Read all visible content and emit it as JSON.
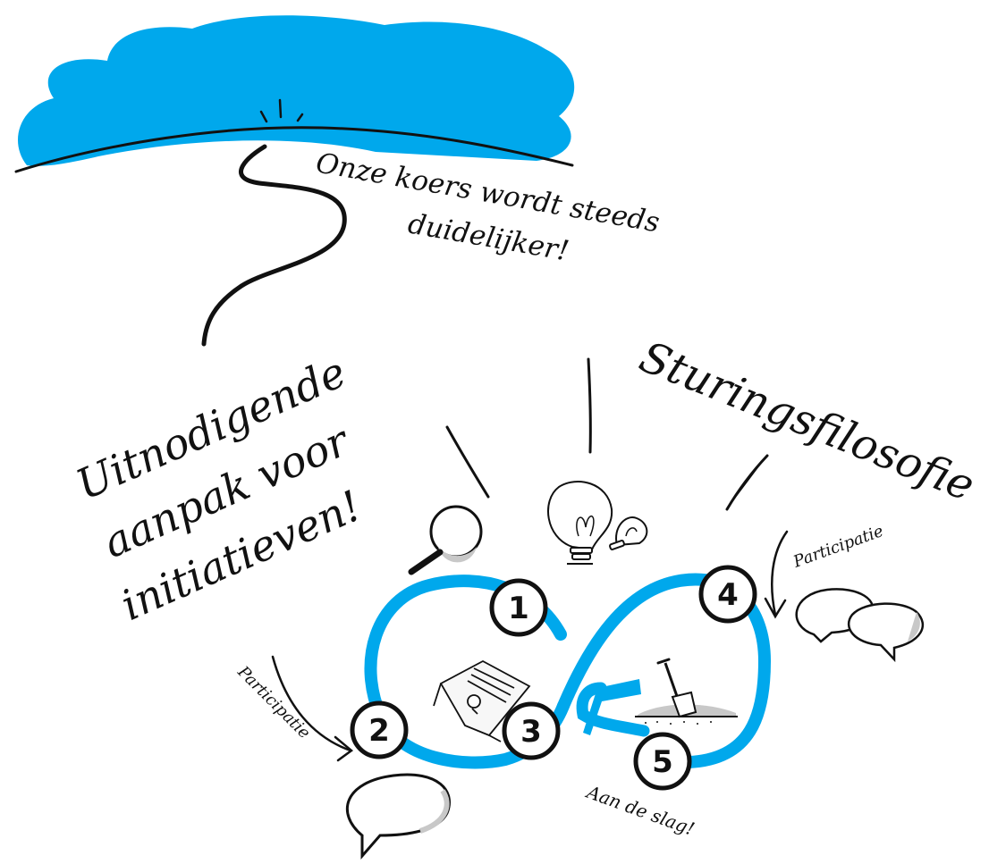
{
  "colors": {
    "accent": "#00a8ec",
    "ink": "#111111",
    "bubble_shadow": "#c8c8c8",
    "paper": "#ffffff"
  },
  "texts": {
    "cloud_caption_line1": "Onze koers wordt steeds",
    "cloud_caption_line2": "duidelijker!",
    "left_title_line1": "Uitnodigende",
    "left_title_line2": "aanpak voor",
    "left_title_line3": "initiatieven!",
    "right_title": "Sturingsfilosofie",
    "participatie_right": "Participatie",
    "participatie_left": "Participatie",
    "aan_de_slag": "Aan de slag!"
  },
  "steps": [
    {
      "label": "1"
    },
    {
      "label": "2"
    },
    {
      "label": "3"
    },
    {
      "label": "4"
    },
    {
      "label": "5"
    }
  ],
  "icons": {
    "cloud": "cloud-icon",
    "magnifier": "magnifying-glass-icon",
    "bulbs": "lightbulb-icon",
    "document": "document-icon",
    "shovel": "shovel-icon",
    "speech": "speech-bubble-icon"
  }
}
